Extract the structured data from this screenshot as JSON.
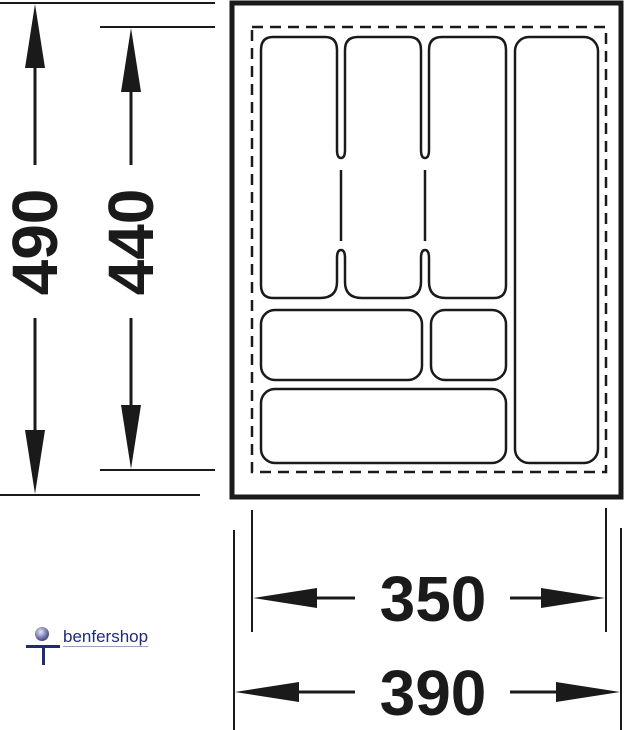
{
  "dimensions": {
    "outer_height": "490",
    "inner_height": "440",
    "inner_width": "350",
    "outer_width": "390"
  },
  "logo": {
    "text": "benfershop",
    "color": "#1e2a7a"
  },
  "colors": {
    "line": "#1a1a1a"
  }
}
